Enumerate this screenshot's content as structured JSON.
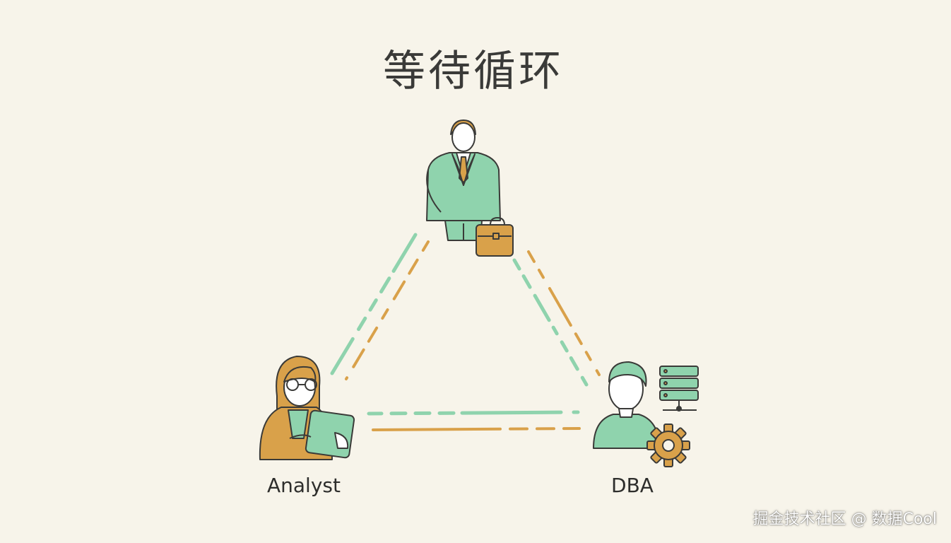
{
  "diagram": {
    "title": "等待循环",
    "nodes": {
      "manager": {
        "label": ""
      },
      "analyst": {
        "label": "Analyst"
      },
      "dba": {
        "label": "DBA"
      }
    }
  },
  "watermark": "掘金技术社区 @ 数据Cool",
  "colors": {
    "background": "#f7f4ea",
    "green": "#8fd3ad",
    "orange": "#d9a14a",
    "ink": "#3a3a38"
  }
}
